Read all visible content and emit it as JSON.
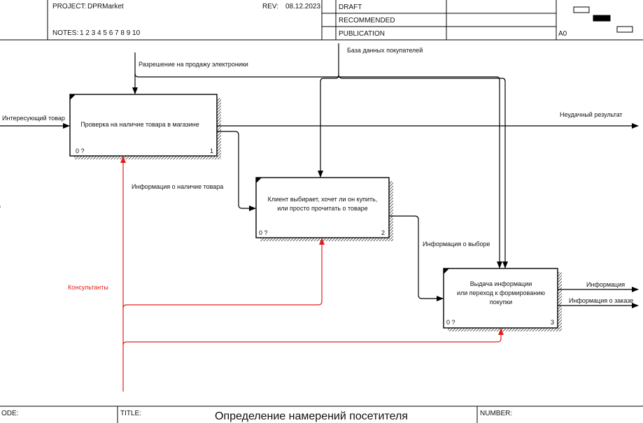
{
  "header": {
    "project_label": "PROJECT:",
    "project_name": "DPRMarket",
    "rev_label": "REV:",
    "rev_date": "08.12.2023",
    "notes_label": "NOTES:",
    "notes_numbers": "1 2 3 4 5 6 7 8 9 10",
    "status_draft": "DRAFT",
    "status_recommended": "RECOMMENDED",
    "status_publication": "PUBLICATION",
    "node_id": "A0"
  },
  "boxes": [
    {
      "lines": [
        "Проверка на наличие товара в магазине"
      ],
      "cost": "0 ?",
      "number": "1"
    },
    {
      "lines": [
        "Клиент выбирает, хочет ли он купить,",
        "или просто прочитать о товаре"
      ],
      "cost": "0 ?",
      "number": "2"
    },
    {
      "lines": [
        "Выдача информации",
        "или переход к формированию",
        "покупки"
      ],
      "cost": "0 ?",
      "number": "3"
    }
  ],
  "arrows": {
    "input_interest": "Интересующий товар",
    "control_permission": "Разрешение на продажу электроники",
    "control_database": "База данных покупателей",
    "output_fail": "Неудачный результат",
    "internal_availability": "Информация о наличие товара",
    "internal_choice": "Информация о выборе",
    "mechanism_consultants": "Консультанты",
    "output_info": "Информация",
    "output_order": "Информация о заказе"
  },
  "colors": {
    "mechanism": "#e0201c",
    "line": "#000000"
  },
  "footer": {
    "node_label": "ODE:",
    "title_label": "TITLE:",
    "title": "Определение намерений посетителя",
    "number_label": "NUMBER:"
  }
}
